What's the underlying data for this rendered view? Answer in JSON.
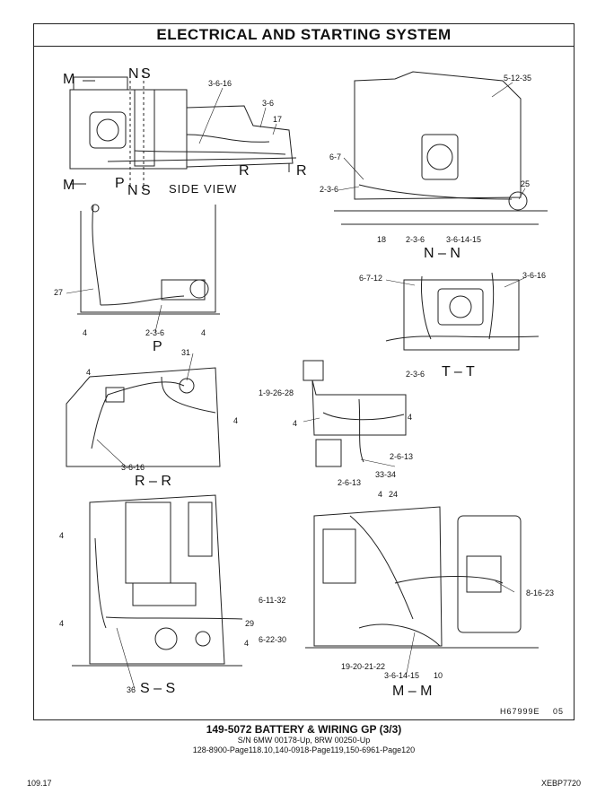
{
  "page": {
    "title": "ELECTRICAL AND STARTING SYSTEM",
    "figure_code": "H67999E",
    "figure_sheet": "05"
  },
  "caption": {
    "title": "149-5072  BATTERY & WIRING GP (3/3)",
    "serials": "S/N 6MW 00178-Up, 8RW 00250-Up",
    "references": "128-8900-Page118.10,140-0918-Page119,150-6961-Page120"
  },
  "footer": {
    "left": "109.17",
    "right": "XEBP7720"
  },
  "views": {
    "side": {
      "name": "SIDE VIEW",
      "section_letters": [
        "M",
        "N",
        "S",
        "R",
        "M",
        "P",
        "N",
        "S",
        "R"
      ],
      "callouts": [
        "3-6-16",
        "3-6",
        "17"
      ]
    },
    "nn": {
      "name": "N – N",
      "callouts": [
        "5-12-35",
        "6-7",
        "2-3-6",
        "25",
        "18",
        "2-3-6",
        "3-6-14-15"
      ]
    },
    "p": {
      "name": "P",
      "callouts": [
        "27",
        "4",
        "2-3-6",
        "4"
      ]
    },
    "tt": {
      "name": "T – T",
      "callouts": [
        "6-7-12",
        "3-6-16",
        "2-3-6"
      ]
    },
    "rr": {
      "name": "R – R",
      "callouts": [
        "31",
        "4",
        "4",
        "3-6-16"
      ]
    },
    "mid": {
      "callouts": [
        "1-9-26-28",
        "4",
        "4",
        "2-6-13",
        "33-34",
        "2-6-13"
      ]
    },
    "ss": {
      "name": "S – S",
      "callouts": [
        "4",
        "4",
        "29",
        "4",
        "36"
      ]
    },
    "mm": {
      "name": "M – M",
      "callouts": [
        "4",
        "24",
        "8-16-23",
        "6-11-32",
        "6-22-30",
        "19-20-21-22",
        "3-6-14-15",
        "10"
      ]
    }
  }
}
